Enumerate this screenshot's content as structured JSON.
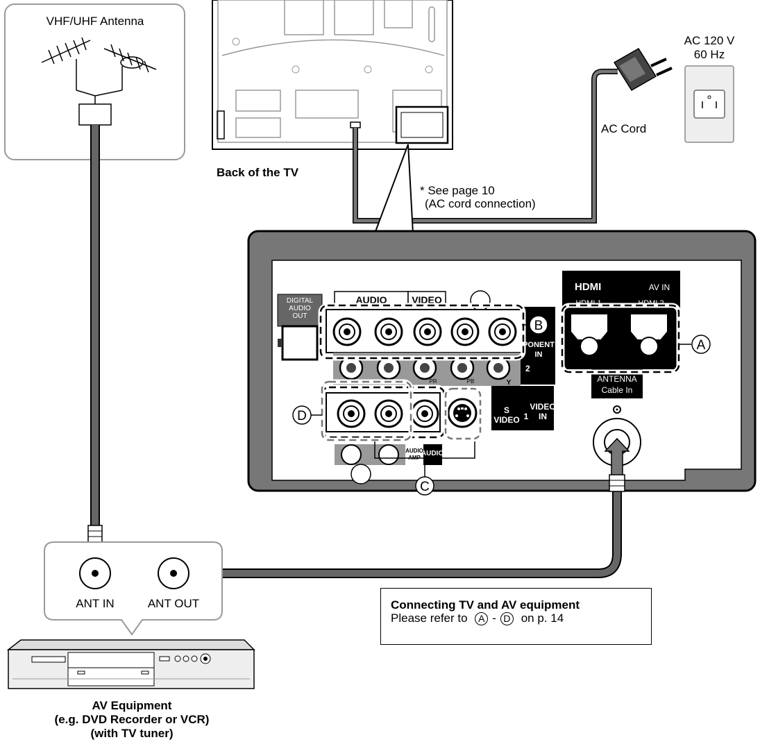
{
  "labels": {
    "antenna": "VHF/UHF Antenna",
    "tv_back": "Back of the TV",
    "ac_spec_line1": "AC 120 V",
    "ac_spec_line2": "60 Hz",
    "ac_cord": "AC Cord",
    "see_page_line1": "* See page 10",
    "see_page_line2": "(AC cord connection)",
    "ant_in": "ANT IN",
    "ant_out": "ANT OUT",
    "av_equipment_line1": "AV Equipment",
    "av_equipment_line2": "(e.g. DVD Recorder or VCR)",
    "av_equipment_line3": "(with TV tuner)"
  },
  "panel": {
    "digital_audio_line1": "DIGITAL",
    "digital_audio_line2": "AUDIO",
    "digital_audio_line3": "OUT",
    "audio": "AUDIO",
    "video": "VIDEO",
    "hdmi_logo": "HDMI",
    "av_in": "AV IN",
    "hdmi1": "HDMI 1",
    "hdmi2": "HDMI 2",
    "component_line1": "PONENT",
    "component_line2": "IN",
    "component_2": "2",
    "pb": "PB",
    "pr": "PR",
    "y": "Y",
    "antenna_line1": "ANTENNA",
    "antenna_line2": "Cable In",
    "s_video_line1": "S",
    "s_video_line2": "VIDEO",
    "video_in_num": "1",
    "video_in_line1": "VIDEO",
    "video_in_line2": "IN",
    "audio_amp_line1": "AUDIO",
    "audio_amp_line2": "AMP",
    "audio_out": "AUDIO"
  },
  "markers": {
    "a": "A",
    "b": "B",
    "c": "C",
    "d": "D"
  },
  "note": {
    "title": "Connecting TV and AV equipment",
    "prefix": "Please refer to",
    "from": "A",
    "dash": "-",
    "to": "D",
    "suffix": "on p. 14"
  }
}
